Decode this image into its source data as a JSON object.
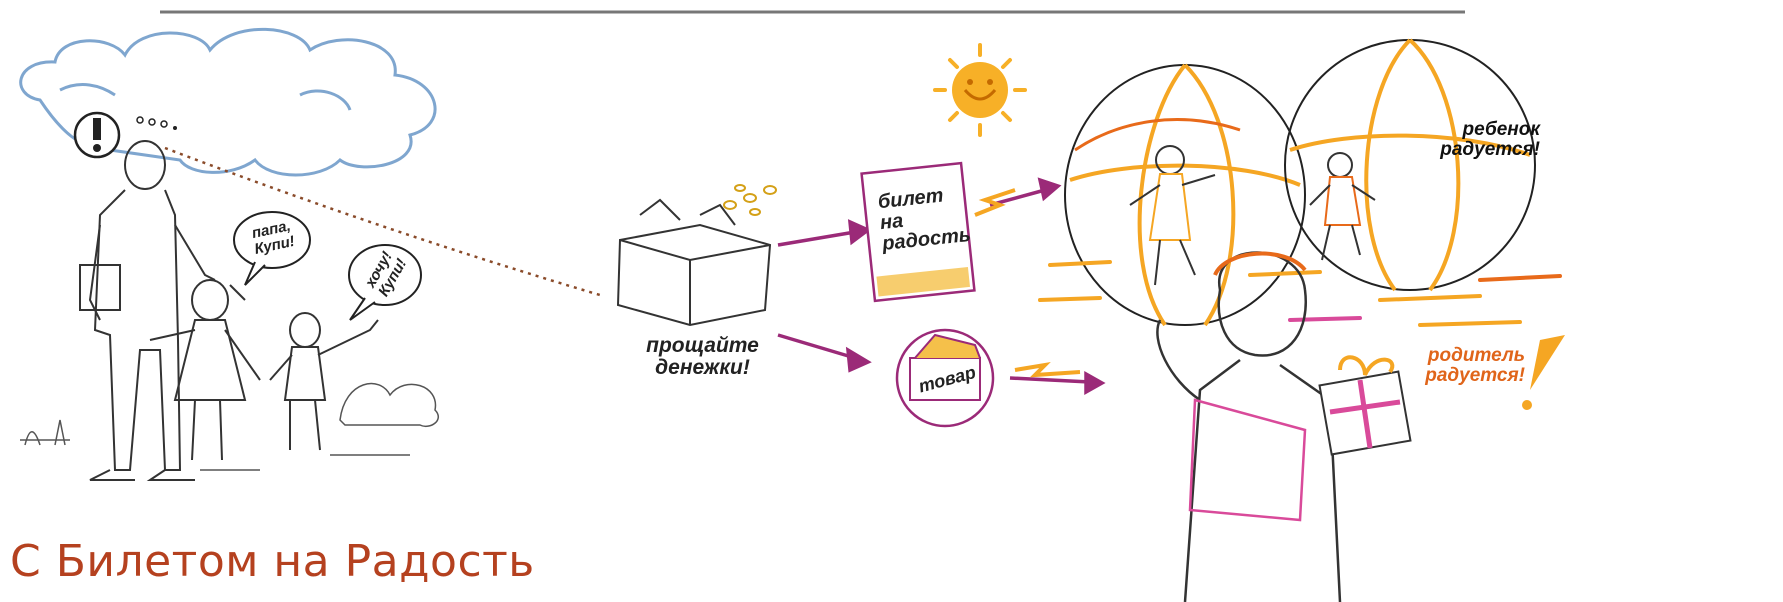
{
  "colors": {
    "caption": "#b5411f",
    "arrow": "#9b2a78",
    "sun": "#f5a623",
    "cloud": "#7fa6cf",
    "orange_label": "#e0651a",
    "ink": "#222222"
  },
  "icons": [
    "cloud-icon",
    "exclamation-icon",
    "sun-icon",
    "money-box-icon",
    "ticket-icon",
    "gift-box-icon",
    "beach-ball-icon"
  ],
  "bubbles": {
    "papa": "папа, Купи!",
    "hochu": "хочу! Купи!"
  },
  "labels": {
    "goodbye_money": "прощайте денежки!",
    "ticket": "билет на радость",
    "goods": "товар",
    "child_happy": "ребенок радуется!",
    "parent_happy": "родитель радуется!"
  },
  "caption": "С Билетом на Радость"
}
